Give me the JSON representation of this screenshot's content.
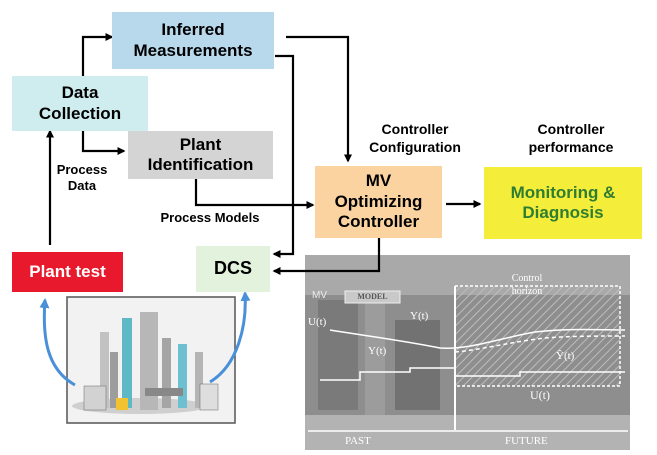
{
  "nodes": {
    "inferred": {
      "line1": "Inferred",
      "line2": "Measurements",
      "fill": "#b8d8ec"
    },
    "data_collection": {
      "line1": "Data",
      "line2": "Collection",
      "fill": "#cfecee"
    },
    "plant_id": {
      "line1": "Plant",
      "line2": "Identification",
      "fill": "#d4d4d4"
    },
    "mv": {
      "line1": "MV",
      "line2": "Optimizing",
      "line3": "Controller",
      "fill": "#fbd3a0"
    },
    "monitoring": {
      "line1": "Monitoring &",
      "line2": "Diagnosis",
      "fill": "#f4ee3a",
      "text_color": "#2f7d32"
    },
    "dcs": {
      "label": "DCS",
      "fill": "#e3f2dc"
    },
    "plant_test": {
      "label": "Plant test",
      "fill": "#e8192c",
      "text_color": "#ffffff"
    }
  },
  "edge_labels": {
    "process_data": {
      "line1": "Process",
      "line2": "Data"
    },
    "process_models": "Process Models",
    "controller_configuration": {
      "line1": "Controller",
      "line2": "Configuration"
    },
    "controller_performance": {
      "line1": "Controller",
      "line2": "performance"
    }
  },
  "overlay_photo": {
    "model": "MODEL",
    "control_horizon": {
      "line1": "Control",
      "line2": "horizon"
    },
    "y_upper": "Y(t)",
    "y_lower": "Y(t)",
    "y_hat": "Ŷ(t)",
    "u_left": "U(t)",
    "u_right": "U(t)",
    "mv_tag": "MV",
    "past": "PAST",
    "future": "FUTURE"
  },
  "colors": {
    "arrow": "#000000",
    "feedback_arrow": "#4a90d9"
  }
}
